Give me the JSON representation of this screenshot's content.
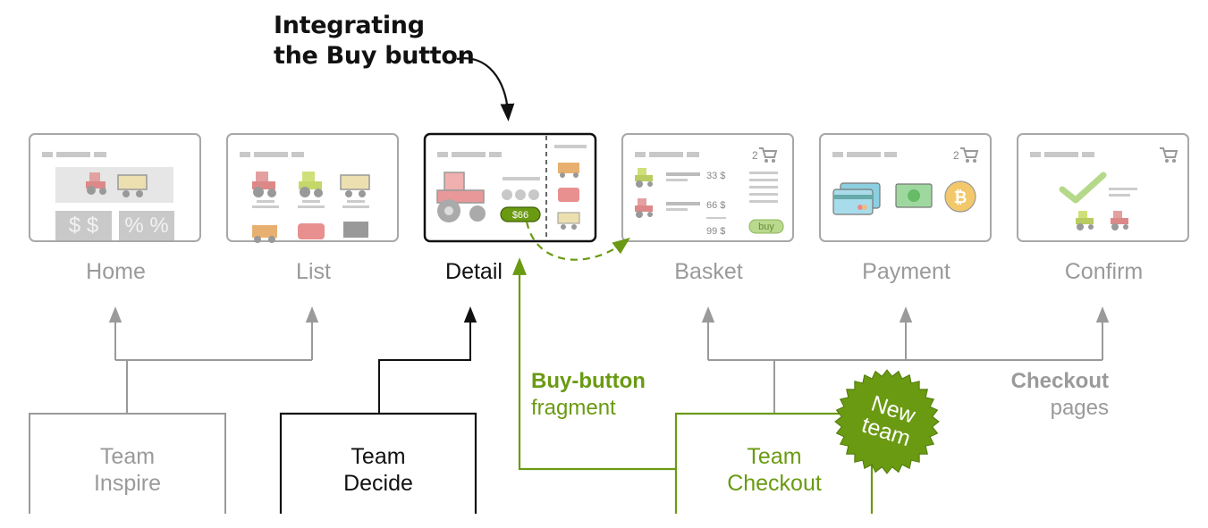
{
  "title": {
    "line1": "Integrating",
    "line2": "the Buy button"
  },
  "pages": [
    {
      "label": "Home"
    },
    {
      "label": "List"
    },
    {
      "label": "Detail"
    },
    {
      "label": "Basket"
    },
    {
      "label": "Payment"
    },
    {
      "label": "Confirm"
    }
  ],
  "detail_card": {
    "price": "$66"
  },
  "basket_card": {
    "row1_price": "33 $",
    "row2_price": "66 $",
    "total": "99 $",
    "buy": "buy",
    "count": "2"
  },
  "payment_card": {
    "count": "2"
  },
  "home_card": {
    "promo1": "$ $",
    "promo2": "% %"
  },
  "teams": [
    {
      "line1": "Team",
      "line2": "Inspire"
    },
    {
      "line1": "Team",
      "line2": "Decide"
    },
    {
      "line1": "Team",
      "line2": "Checkout"
    }
  ],
  "fragment": {
    "bold": "Buy-button",
    "rest": "fragment"
  },
  "checkout_pages": {
    "bold": "Checkout",
    "rest": "pages"
  },
  "badge": {
    "line1": "New",
    "line2": "team"
  },
  "colors": {
    "green": "#6a9a12",
    "grey": "#9a9a9a",
    "black": "#111111"
  }
}
